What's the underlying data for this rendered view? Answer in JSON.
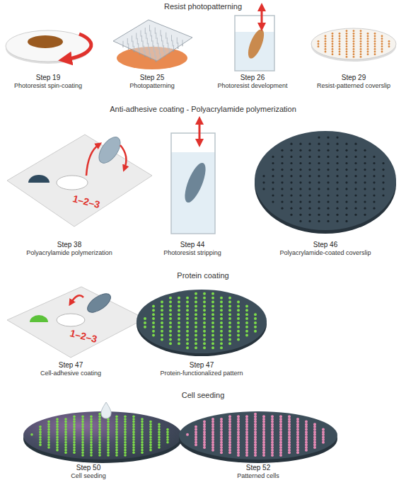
{
  "diagram": {
    "labels": [
      "Resist photopatterning",
      "Step 19",
      "Photoresist spin-coating",
      "Step 25",
      "Photopatterning",
      "Step 26",
      "Photoresist development",
      "Step 29",
      "Resist-patterned coverslip",
      "Anti-adhesive coating - Polyacrylamide polymerization",
      "1–2–3",
      "Step 38",
      "Polyacrylamide polymerization",
      "Step 44",
      "Photoresist stripping",
      "Step 46",
      "Polyacrylamide-coated coverslip",
      "Protein coating",
      "1–2–3",
      "Step 47",
      "Cell-adhesive coating",
      "Step 47",
      "Protein-functionalized pattern",
      "Cell seeding",
      "Step 50",
      "Cell seeding",
      "Step 52",
      "Patterned cells"
    ]
  }
}
